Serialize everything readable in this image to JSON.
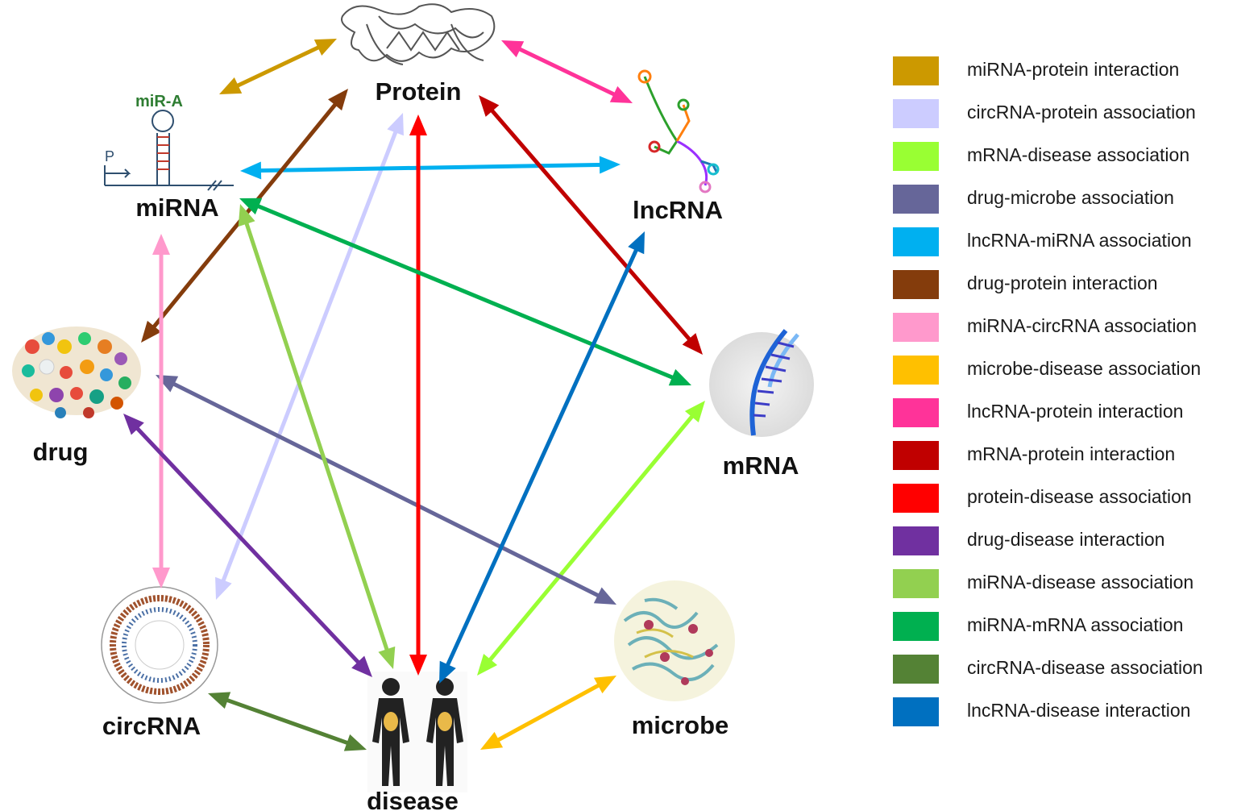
{
  "nodes": {
    "protein": "Protein",
    "mirna": "miRNA",
    "lncrna": "lncRNA",
    "drug": "drug",
    "mrna": "mRNA",
    "circrna": "circRNA",
    "microbe": "microbe",
    "disease": "disease"
  },
  "mirna_icon": {
    "title": "miR-A",
    "promoter": "P"
  },
  "legend": [
    {
      "label": "miRNA-protein interaction",
      "color": "#cc9900"
    },
    {
      "label": "circRNA-protein association",
      "color": "#ccccff"
    },
    {
      "label": "mRNA-disease association",
      "color": "#99ff33"
    },
    {
      "label": "drug-microbe association",
      "color": "#666699"
    },
    {
      "label": "lncRNA-miRNA association",
      "color": "#00b0f0"
    },
    {
      "label": "drug-protein interaction",
      "color": "#843c0c"
    },
    {
      "label": "miRNA-circRNA association",
      "color": "#ff99cc"
    },
    {
      "label": "microbe-disease association",
      "color": "#ffc000"
    },
    {
      "label": "lncRNA-protein interaction",
      "color": "#ff3399"
    },
    {
      "label": "mRNA-protein interaction",
      "color": "#c00000"
    },
    {
      "label": "protein-disease association",
      "color": "#ff0000"
    },
    {
      "label": "drug-disease interaction",
      "color": "#7030a0"
    },
    {
      "label": "miRNA-disease association",
      "color": "#92d050"
    },
    {
      "label": "miRNA-mRNA association",
      "color": "#00b050"
    },
    {
      "label": "circRNA-disease association",
      "color": "#548235"
    },
    {
      "label": "lncRNA-disease interaction",
      "color": "#0070c0"
    }
  ]
}
